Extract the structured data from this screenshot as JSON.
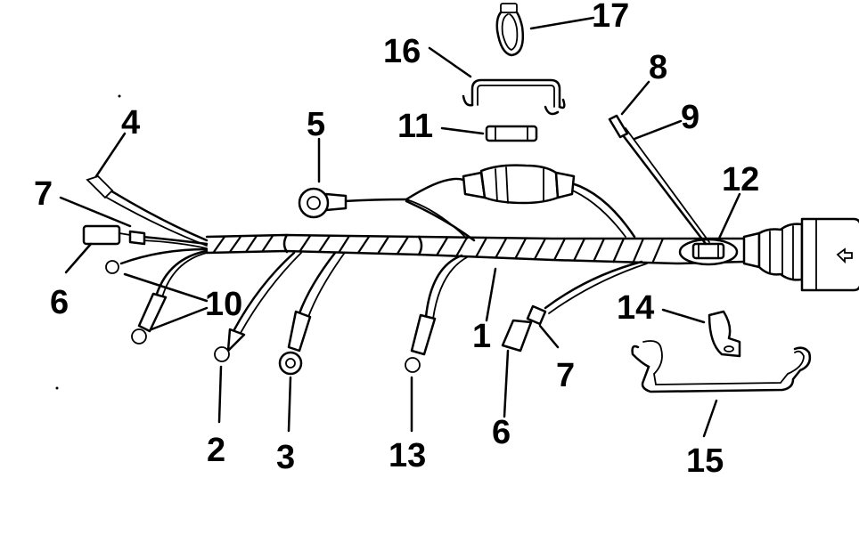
{
  "callouts": {
    "c1": "1",
    "c2": "2",
    "c3": "3",
    "c4": "4",
    "c5": "5",
    "c6a": "6",
    "c6b": "6",
    "c7a": "7",
    "c7b": "7",
    "c8": "8",
    "c9": "9",
    "c10": "10",
    "c11": "11",
    "c12": "12",
    "c13": "13",
    "c14": "14",
    "c15": "15",
    "c16": "16",
    "c17": "17"
  },
  "colors": {
    "line": "#000000",
    "background": "#ffffff"
  }
}
